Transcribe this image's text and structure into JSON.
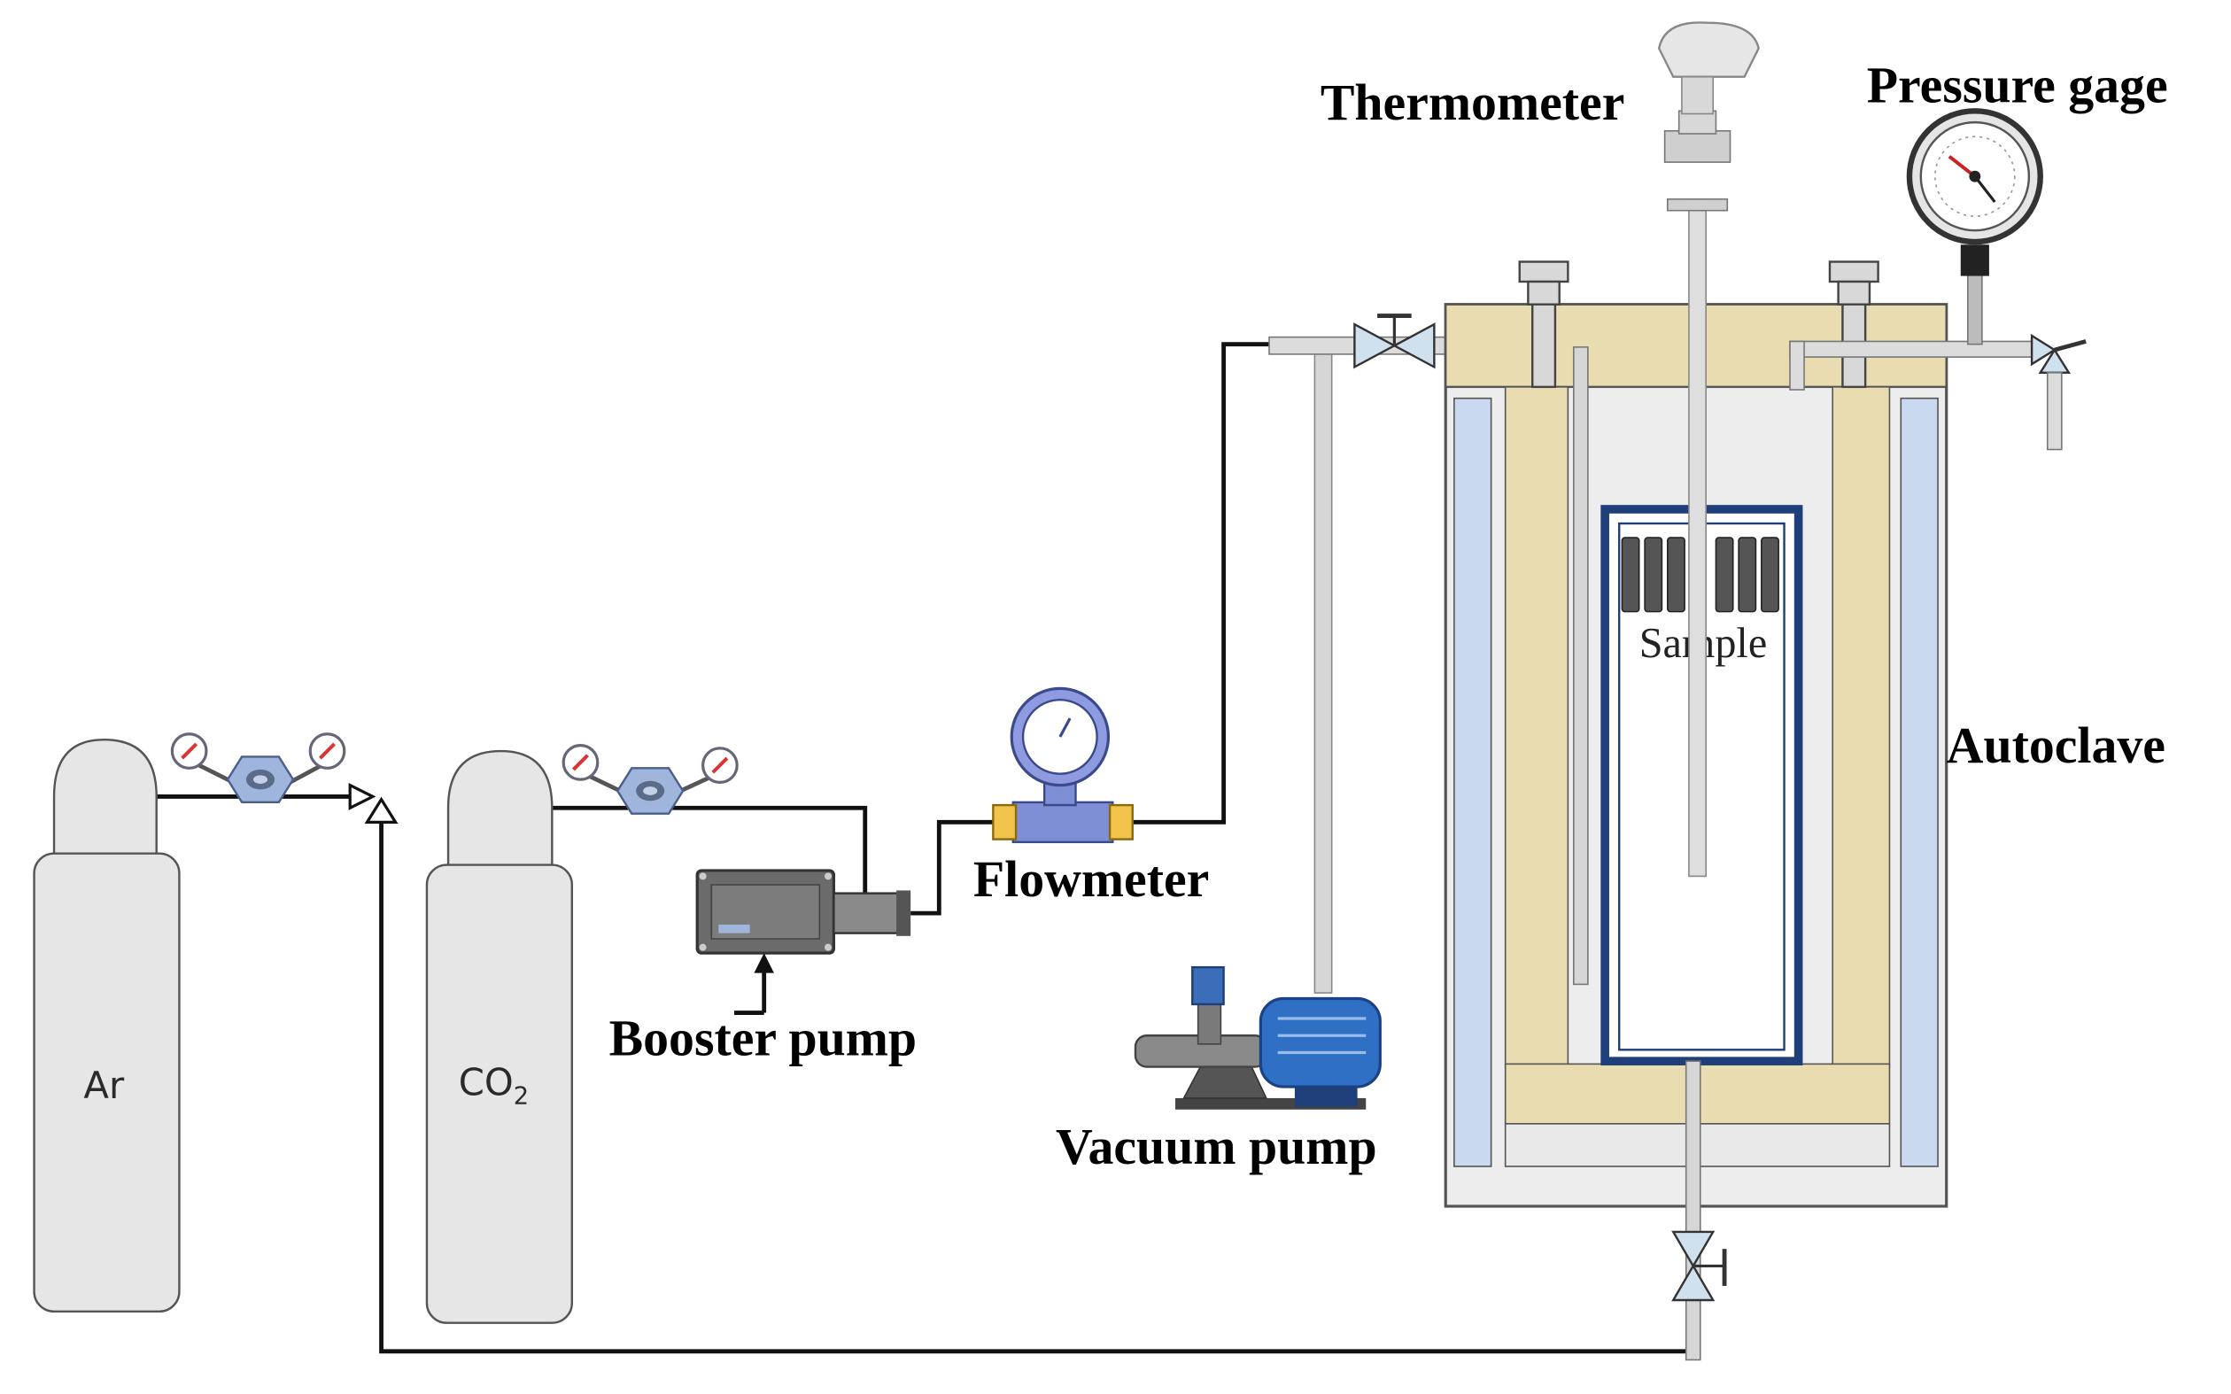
{
  "labels": {
    "ar": "Ar",
    "co2": "CO",
    "co2_sub": "2",
    "booster_pump": "Booster pump",
    "flowmeter": "Flowmeter",
    "vacuum_pump": "Vacuum pump",
    "thermometer": "Thermometer",
    "pressure_gage": "Pressure gage",
    "autoclave": "Autoclave",
    "sample": "Sample"
  },
  "colors": {
    "cylinder": "#e6e6e6",
    "pipe": "#000000",
    "steel": "#dddddd",
    "insulation": "#e8dcb0",
    "heater": "#c9d9ef",
    "inner_vessel": "#1f3f7a",
    "regulator": "#9fb5dc",
    "pump_blue": "#2f6fc4",
    "valve": "#cfe0ef"
  },
  "icons": [
    "gas-cylinder-icon",
    "pressure-regulator-icon",
    "valve-icon",
    "booster-pump-icon",
    "flowmeter-icon",
    "vacuum-pump-icon",
    "thermometer-icon",
    "pressure-gauge-icon",
    "autoclave-icon",
    "arrow-icon"
  ]
}
